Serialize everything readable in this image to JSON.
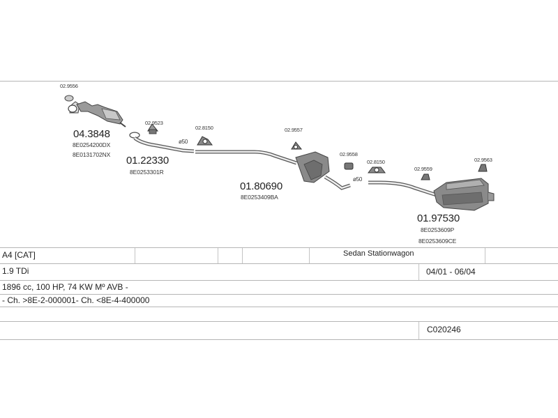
{
  "parts": {
    "front_pipe_cat": {
      "number": "04.3848",
      "oem": [
        "8E0254200DX",
        "8E0131702NX"
      ]
    },
    "intermediate_pipe": {
      "number": "01.22330",
      "oem": [
        "8E0253301R"
      ]
    },
    "middle_silencer": {
      "number": "01.80690",
      "oem": [
        "8E0253409BA"
      ]
    },
    "rear_silencer": {
      "number": "01.97530",
      "oem": [
        "8E0253609P",
        "8E0253609CE"
      ]
    }
  },
  "accessories": {
    "a1": "02.9556",
    "a2": "02.9523",
    "a3": "02.8150",
    "a4": "02.9557",
    "a5": "02.9558",
    "a6": "02.8150",
    "a7": "02.9559",
    "a8": "02.9563"
  },
  "diameters": {
    "d1": "ø50",
    "d2": "ø50"
  },
  "table": {
    "model": "A4  [CAT]",
    "body_types": "Sedan  Stationwagon",
    "engine": "1.9 TDi",
    "years": "04/01 - 06/04",
    "specs": "1896 cc, 100 HP, 74 KW Mº AVB -",
    "chassis": "- Ch. >8E-2-000001- Ch. <8E-4-400000",
    "code": "C020246"
  },
  "colors": {
    "line": "#555555",
    "part": "#8a8a8a",
    "part_dark": "#4a4a4a",
    "rule": "#b5b5b5"
  }
}
